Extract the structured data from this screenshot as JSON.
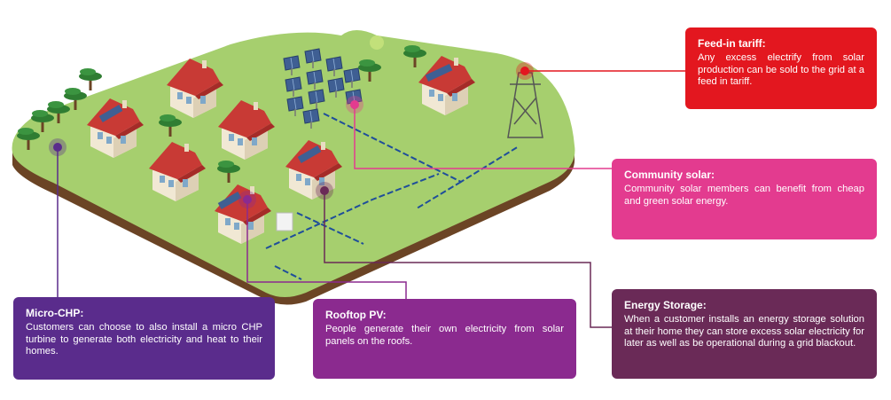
{
  "colors": {
    "feed_in": "#e3171f",
    "community": "#e33b8f",
    "storage": "#6a2a57",
    "micro_chp": "#5a2c8c",
    "rooftop": "#8b2a8f",
    "land_top": "#a6cf6e",
    "land_side": "#6b4425",
    "cable": "#1f4e9a"
  },
  "callouts": {
    "feed_in": {
      "title": "Feed-in tariff:",
      "text": "Any excess electrify from solar production can be sold to the grid at a feed in tariff."
    },
    "community_solar": {
      "title": "Community solar:",
      "text": "Community solar members can benefit from cheap and green solar energy."
    },
    "energy_storage": {
      "title": "Energy Storage:",
      "text": "When a customer installs an energy storage solution at their home they can store excess solar electricity for later as well as be operational during a grid blackout."
    },
    "micro_chp": {
      "title": "Micro-CHP:",
      "text": "Customers can choose to also install a micro CHP turbine to generate both electricity and heat to their homes."
    },
    "rooftop_pv": {
      "title": "Rooftop PV:",
      "text": "People generate their own electricity from solar panels on the roofs."
    }
  }
}
